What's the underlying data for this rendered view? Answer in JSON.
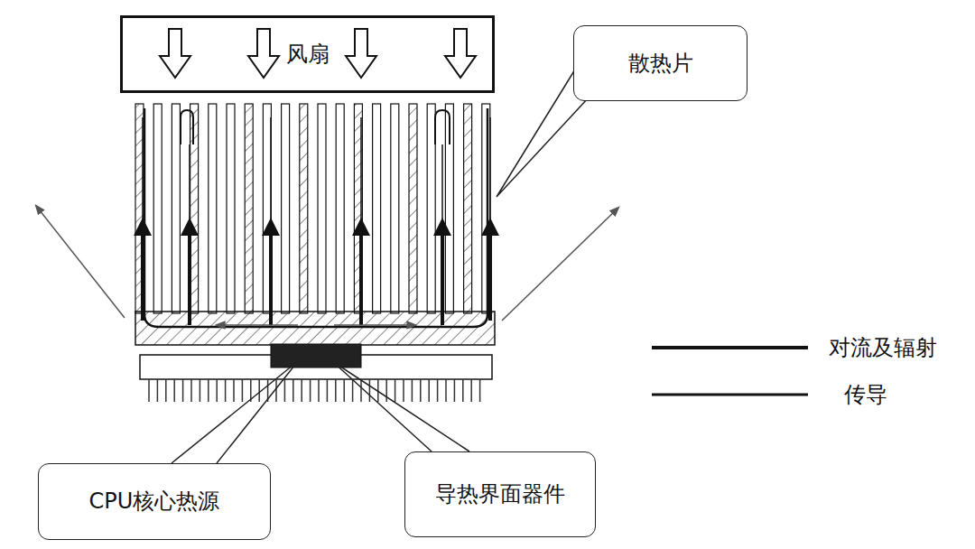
{
  "diagram": {
    "nodes": [
      {
        "text": [
          "风扇"
        ]
      },
      {
        "text": [
          "散热片"
        ]
      },
      {
        "text": [
          "CPU核心热源"
        ]
      },
      {
        "text": [
          "导热界面器件"
        ]
      }
    ],
    "edges": [],
    "legend": [
      {
        "text": "对流及辐射"
      },
      {
        "text": "传导"
      }
    ]
  }
}
